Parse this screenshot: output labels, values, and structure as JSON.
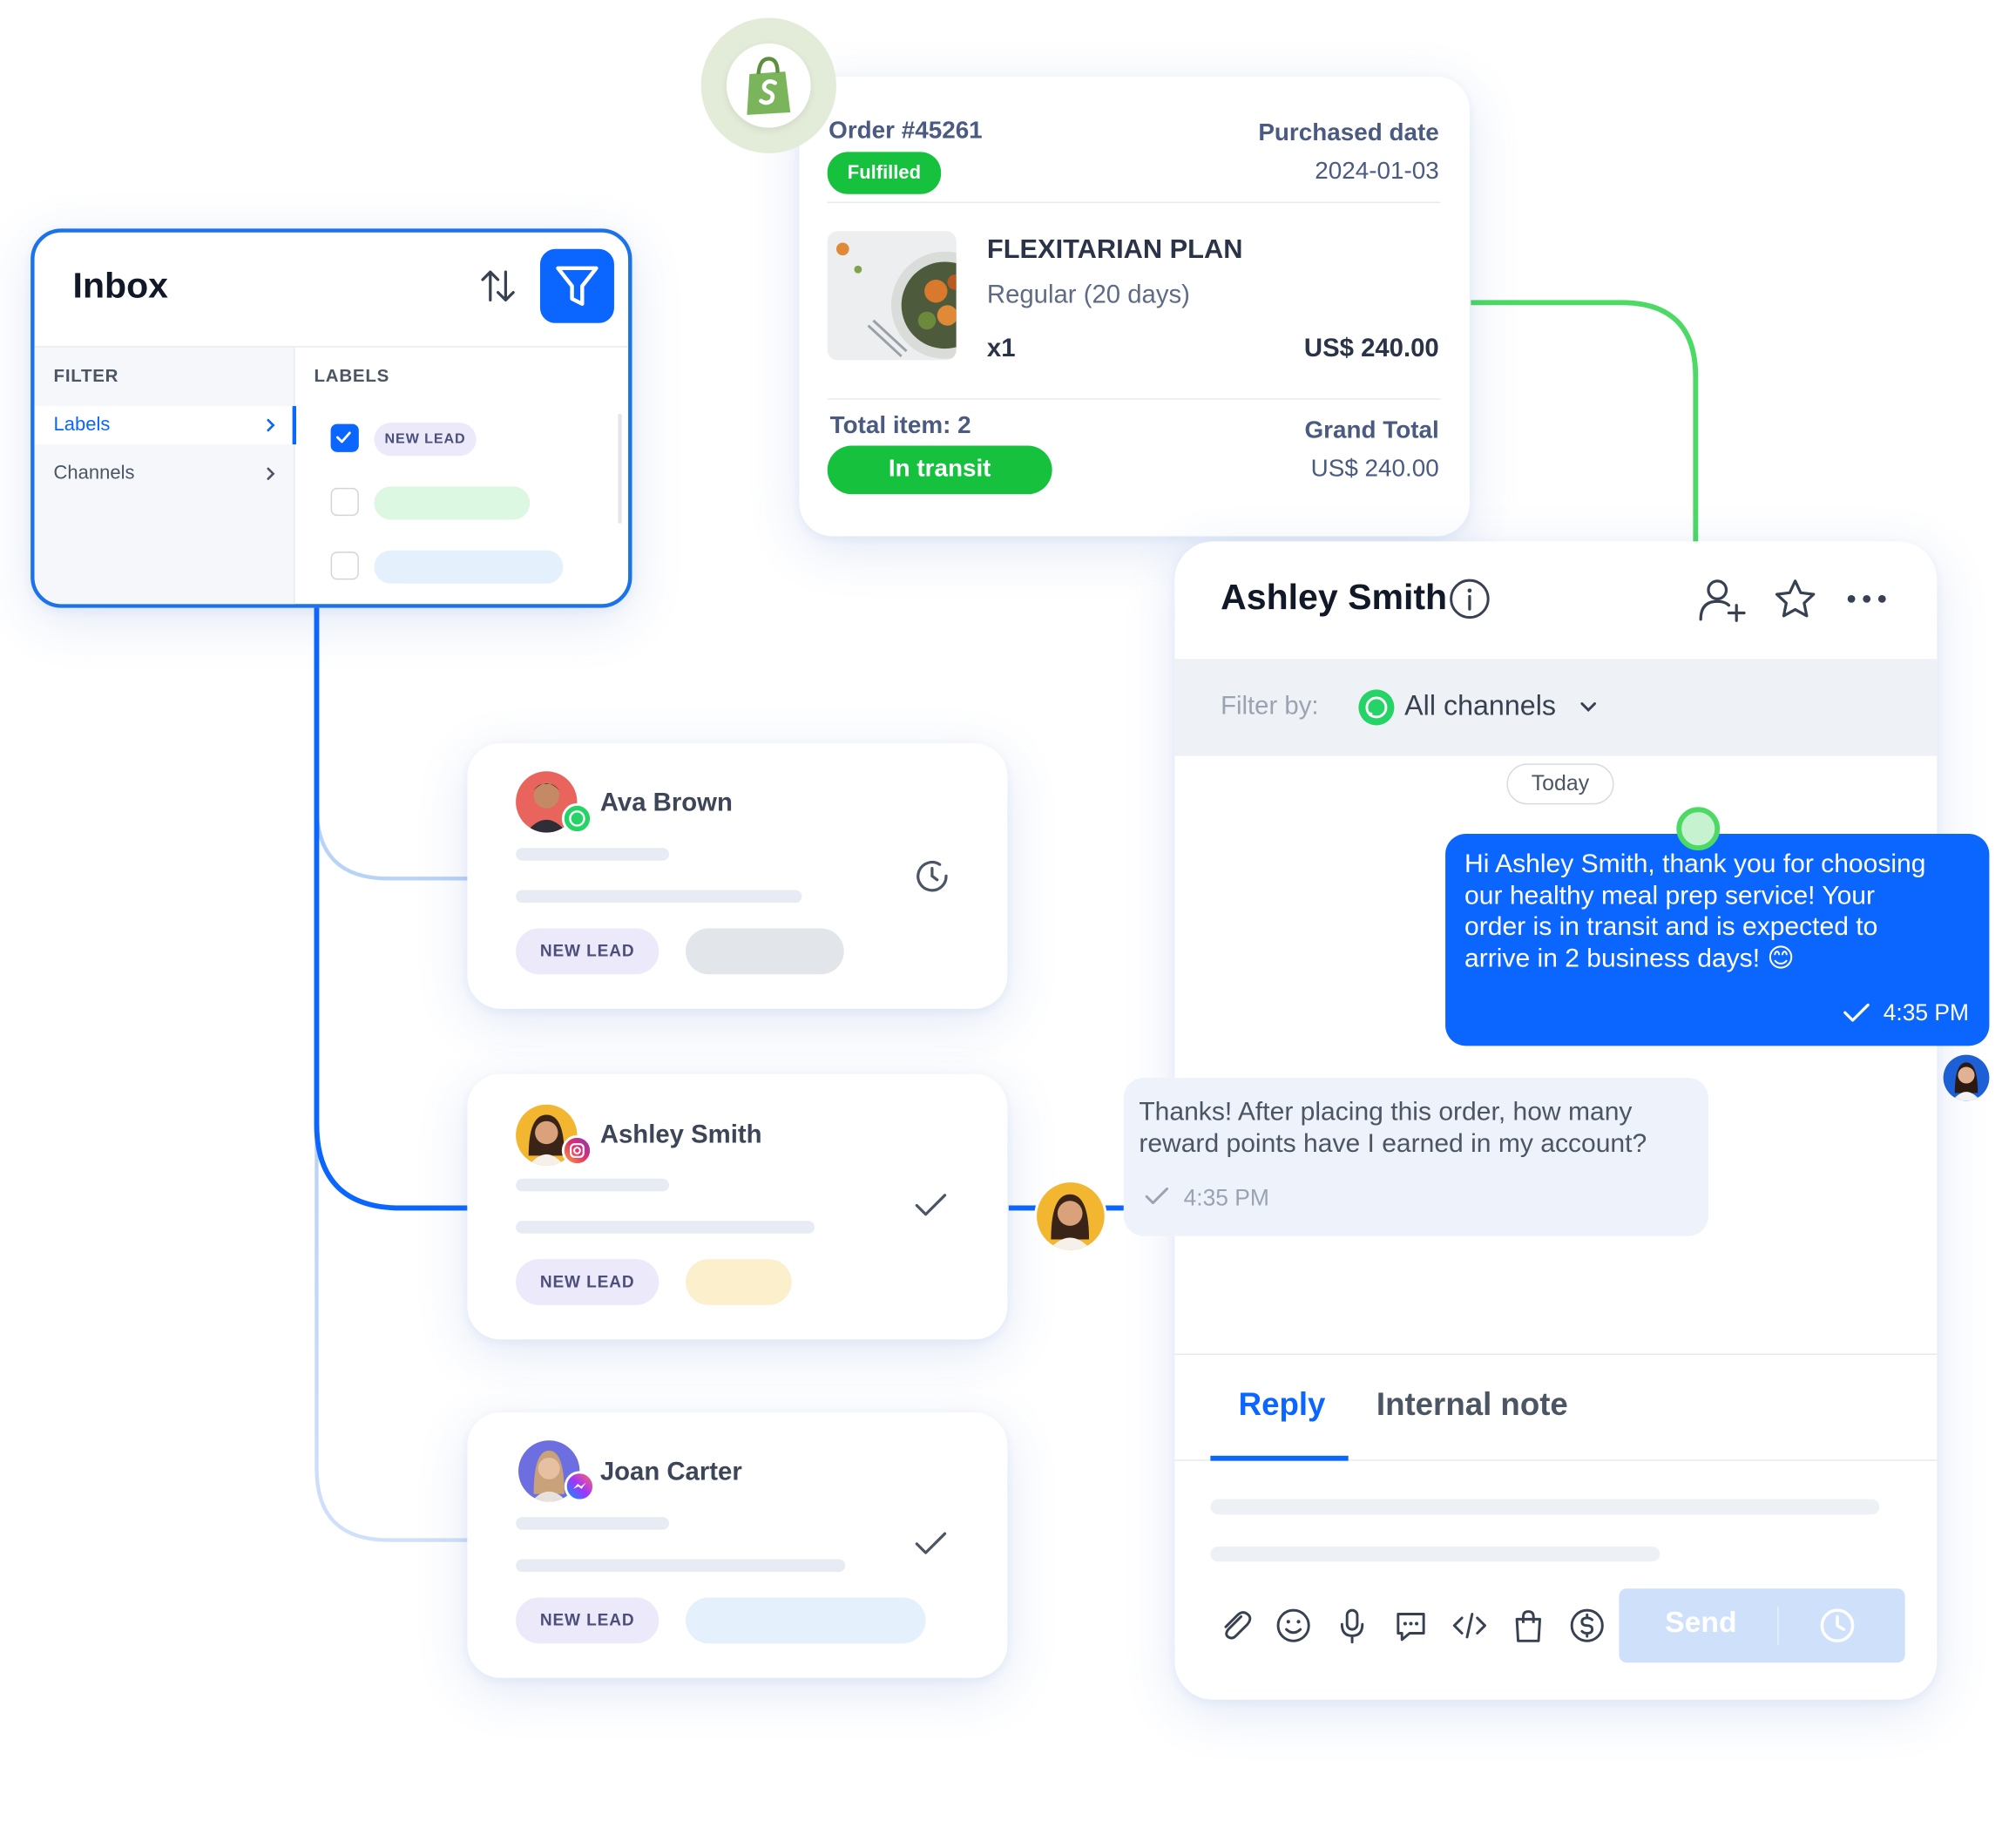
{
  "inbox": {
    "title": "Inbox",
    "filter_header": "FILTER",
    "labels_header": "LABELS",
    "filter_items": [
      {
        "label": "Labels",
        "active": true
      },
      {
        "label": "Channels",
        "active": false
      }
    ],
    "label_options": [
      {
        "label": "NEW LEAD",
        "checked": true
      },
      {
        "label": "",
        "checked": false
      },
      {
        "label": "",
        "checked": false
      }
    ]
  },
  "order": {
    "number": "Order #45261",
    "status": "Fulfilled",
    "purchased_label": "Purchased date",
    "purchased_date": "2024-01-03",
    "product_name": "FLEXITARIAN PLAN",
    "variant": "Regular (20 days)",
    "quantity": "x1",
    "price": "US$ 240.00",
    "total_items": "Total item: 2",
    "shipping_status": "In transit",
    "grand_total_label": "Grand Total",
    "grand_total": "US$ 240.00"
  },
  "contacts": [
    {
      "name": "Ava Brown",
      "channel": "whatsapp",
      "tag": "NEW LEAD",
      "status_icon": "clock-icon"
    },
    {
      "name": "Ashley Smith",
      "channel": "instagram",
      "tag": "NEW LEAD",
      "status_icon": "check-icon"
    },
    {
      "name": "Joan Carter",
      "channel": "messenger",
      "tag": "NEW LEAD",
      "status_icon": "check-icon"
    }
  ],
  "chat": {
    "contact_name": "Ashley Smith",
    "filter_label": "Filter by:",
    "channel_filter": "All channels",
    "date_divider": "Today",
    "outgoing_message": "Hi Ashley Smith, thank you for choosing\nour healthy meal prep service!  Your\norder is in transit and is expected to\narrive in 2 business days! 😊",
    "outgoing_time": "4:35 PM",
    "incoming_message": "Thanks! After placing this order, how many\nreward points have I earned in my account?",
    "incoming_time": "4:35 PM",
    "tab_reply": "Reply",
    "tab_note": "Internal note",
    "send_label": "Send"
  },
  "colors": {
    "primary": "#0b66ff",
    "success": "#16c13d",
    "connector_green": "#4cd964",
    "tag_bg": "#ece9fb"
  }
}
